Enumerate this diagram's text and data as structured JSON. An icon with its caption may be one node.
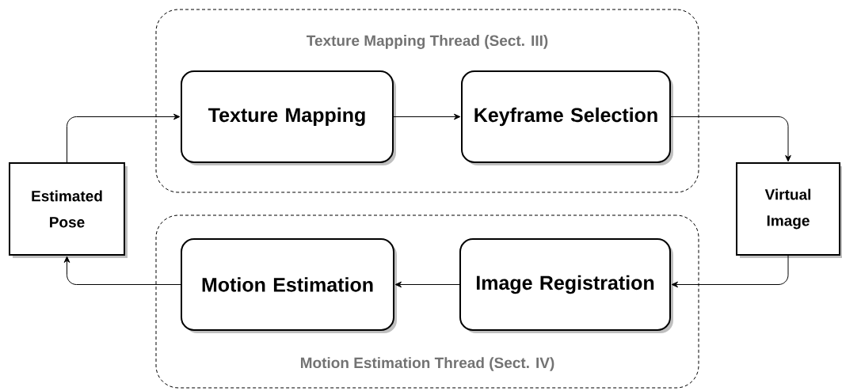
{
  "diagram": {
    "nodes": [
      {
        "text": [
          "Texture Mapping Thread (Sect. III)"
        ]
      },
      {
        "text": [
          "Texture Mapping"
        ],
        "in": 0
      },
      {
        "text": [
          "Keyframe Selection"
        ],
        "in": 0
      },
      {
        "text": [
          "Motion Estimation Thread (Sect. IV)"
        ]
      },
      {
        "text": [
          "Motion Estimation"
        ],
        "in": 3
      },
      {
        "text": [
          "Image Registration"
        ],
        "in": 3
      },
      {
        "text": [
          "Estimated Pose"
        ]
      },
      {
        "text": [
          "Virtual Image"
        ]
      }
    ],
    "edges": [
      {
        "from": 6,
        "to": 1,
        "arrow": "to"
      },
      {
        "from": 1,
        "to": 2,
        "arrow": "to"
      },
      {
        "from": 2,
        "to": 7,
        "arrow": "to"
      },
      {
        "from": 7,
        "to": 5,
        "arrow": "to"
      },
      {
        "from": 5,
        "to": 4,
        "arrow": "to"
      },
      {
        "from": 4,
        "to": 6,
        "arrow": "to"
      }
    ]
  }
}
